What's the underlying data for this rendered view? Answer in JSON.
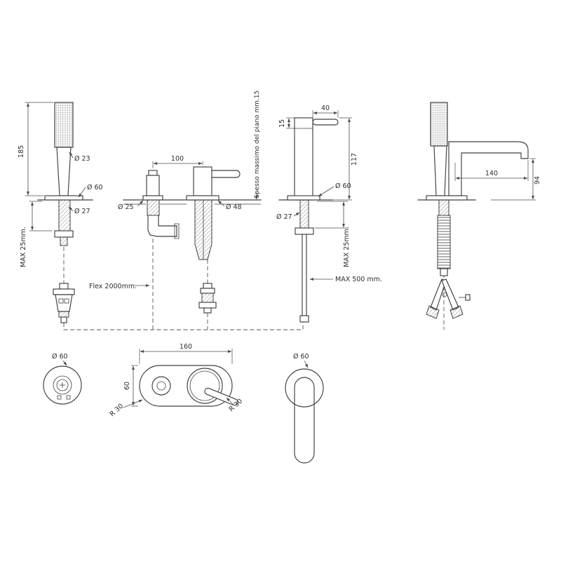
{
  "page": {
    "background": "#ffffff",
    "line_color": "#3f3f3f"
  },
  "views": {
    "hand_shower_side": {
      "dim_height": "185",
      "dim_head_diameter": "Ø 23",
      "dim_flange_diameter": "Ø 60",
      "dim_hole_diameter": "Ø 27",
      "dim_max_deck": "MAX 25mm."
    },
    "deck_spout": {
      "dim_spacing": "100",
      "dim_diverter_diameter": "Ø 25",
      "dim_flange_diameter": "Ø 48",
      "note_deck_thickness": "Spesso massimo del piano mm.15",
      "note_flex": "Flex 2000mm."
    },
    "mixer_side": {
      "dim_lever": "40",
      "dim_cap": "15",
      "dim_height": "117",
      "dim_flange_diameter": "Ø 60",
      "dim_hole_diameter": "Ø 27",
      "dim_max_deck": "MAX 25mm.",
      "dim_max_hose": "MAX 500 mm."
    },
    "tub_spout": {
      "dim_reach": "140",
      "dim_height": "94"
    },
    "hand_shower_plan": {
      "dim_diameter": "Ø 60"
    },
    "deck_plan": {
      "dim_length": "160",
      "dim_width": "60",
      "dim_radius_left": "R 30",
      "dim_radius_right": "R 30"
    },
    "mixer_plan": {
      "dim_diameter": "Ø 60"
    }
  }
}
